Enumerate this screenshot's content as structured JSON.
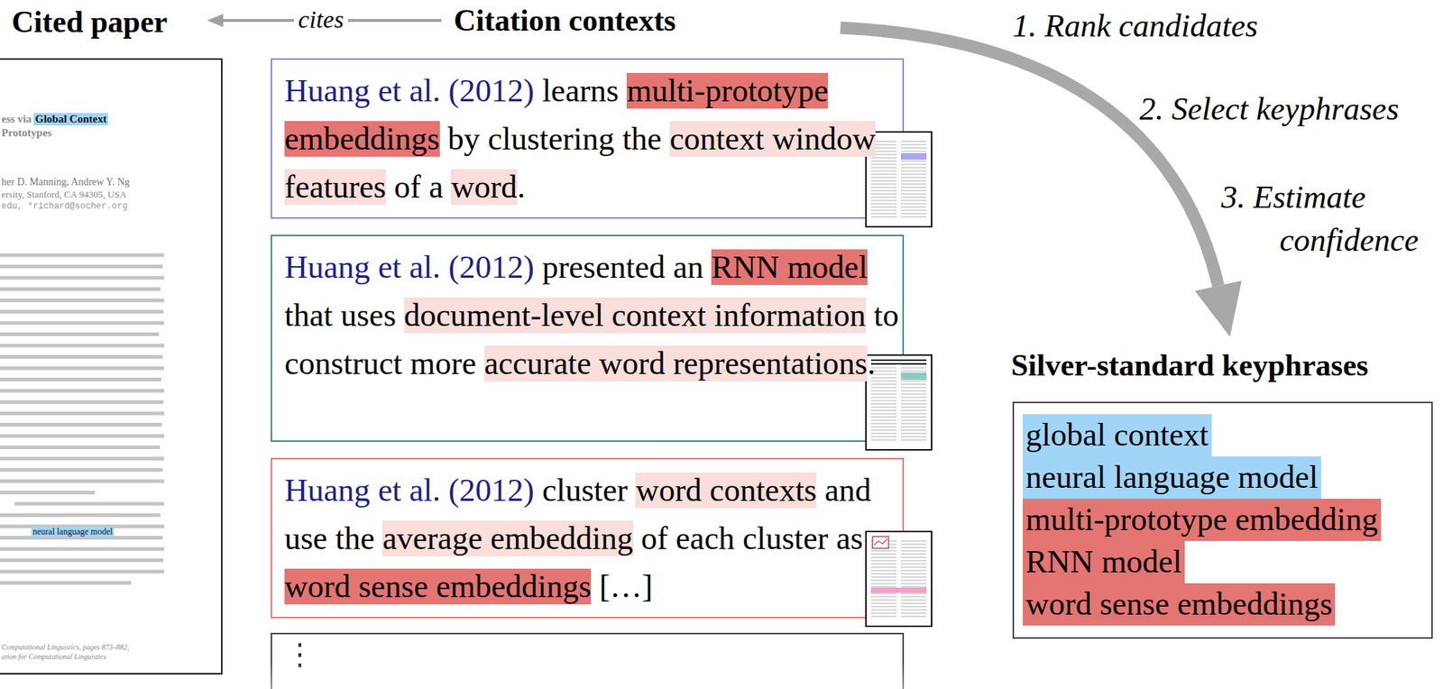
{
  "diagram": {
    "nodes": [
      {
        "text": [
          "Cited paper",
          "ess via",
          "Global Context",
          "Prototypes",
          "her D. Manning, Andrew Y. Ng",
          "ersity, Stanford, CA 94305, USA",
          "edu, *richard@socher.org",
          "neural language model",
          "Computational Linguistics, pages 873–882,",
          "ation for Computational Linguistics"
        ]
      },
      {
        "text": [
          "Huang et al. (2012)",
          "learns",
          "multi-prototype embeddings",
          "by clustering the",
          "context window features",
          "of a",
          "word",
          "."
        ]
      },
      {
        "text": [
          "Huang et al. (2012)",
          "presented an",
          "RNN model",
          "that uses",
          "document-level context information",
          "to construct more",
          "accurate word representations",
          "."
        ]
      },
      {
        "text": [
          "Huang et al. (2012)",
          "cluster",
          "word contexts",
          "and use the",
          "average embedding",
          "of each cluster as",
          "word sense embeddings",
          "[…]"
        ]
      },
      {
        "text": [
          "⋮"
        ]
      },
      {
        "text": [
          "Silver-standard keyphrases",
          "global context",
          "neural language model",
          "multi-prototype embedding",
          "RNN model",
          "word sense embeddings"
        ]
      }
    ],
    "labels": [
      "cites",
      "Citation contexts",
      "1. Rank candidates",
      "2. Select keyphrases",
      "3. Estimate confidence"
    ]
  }
}
